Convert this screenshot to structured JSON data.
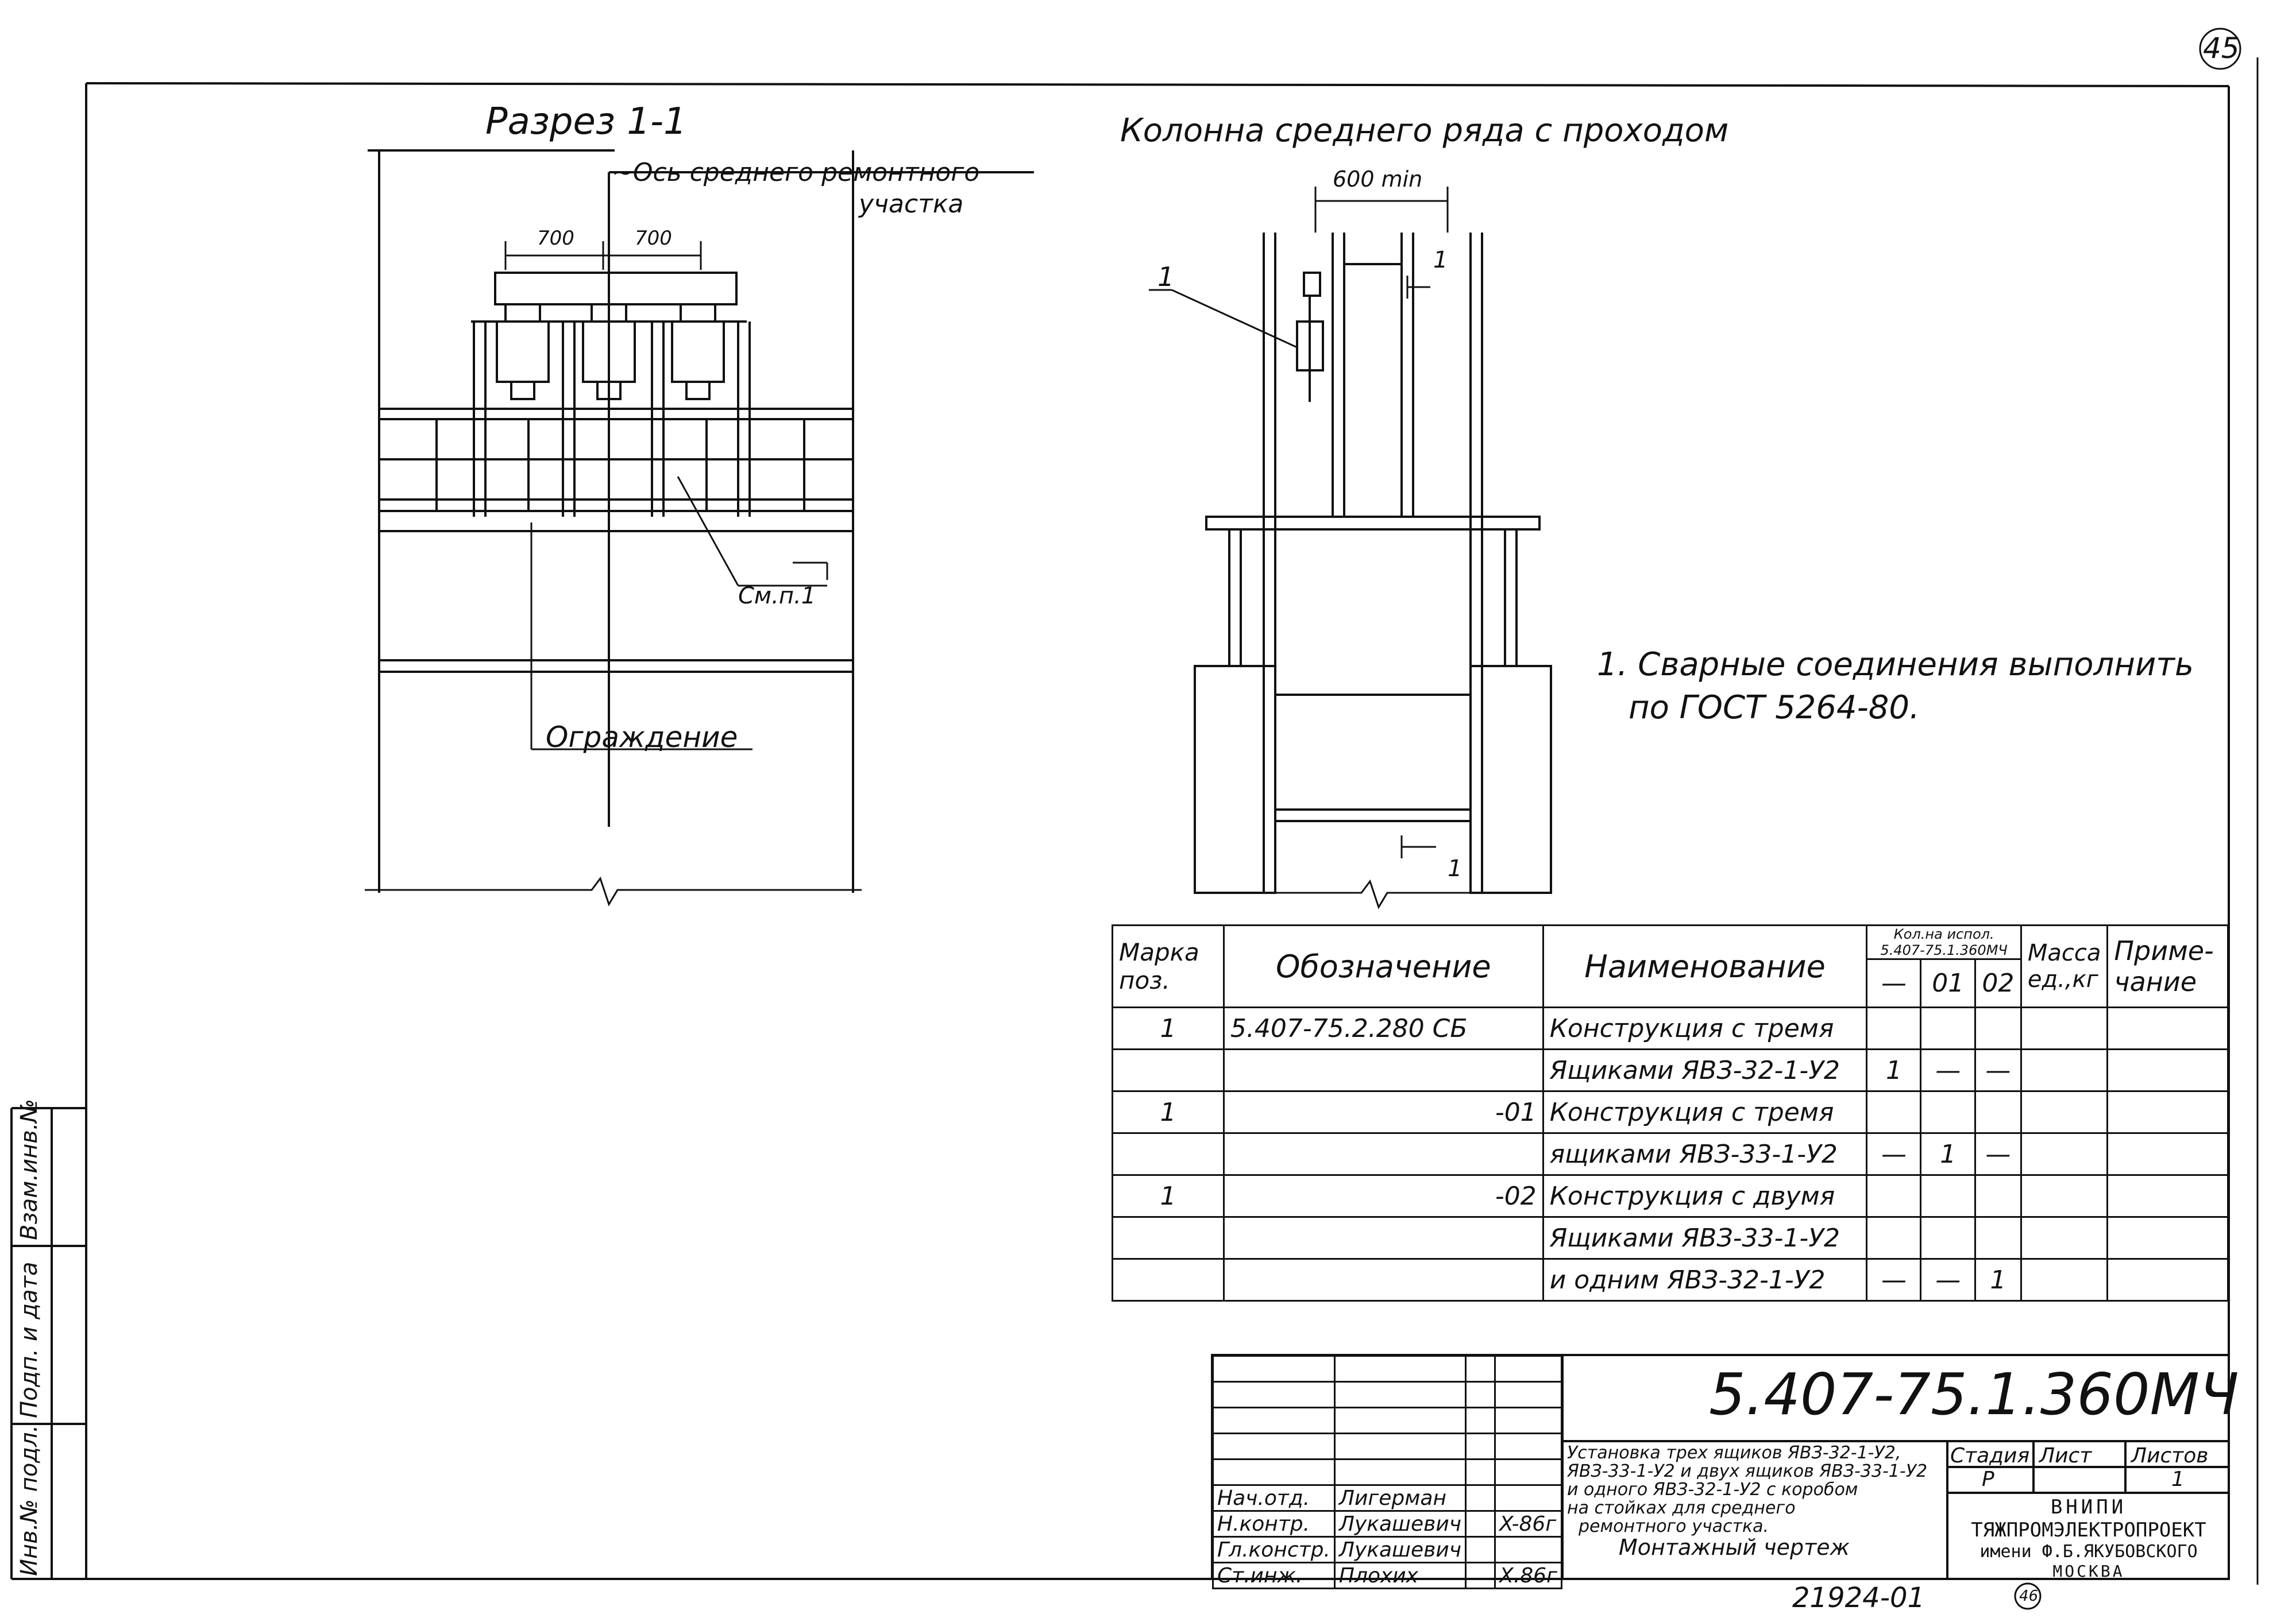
{
  "sheet_number": "45",
  "section": {
    "title": "Разрез 1-1",
    "axis_label_1": "~Ось среднего ремонтного",
    "axis_label_2": "участка",
    "dim_left": "700",
    "dim_right": "700",
    "ref_label": "См.п.1",
    "fence_label": "Ограждение"
  },
  "column_view": {
    "title": "Колонна среднего ряда с проходом",
    "dim_top": "600 min",
    "callout": "1",
    "cut_top": "1",
    "cut_bottom": "1"
  },
  "note": {
    "line1": "1. Сварные соединения выполнить",
    "line2": "по ГОСТ 5264-80."
  },
  "spec_table": {
    "headers": {
      "mark": "Марка поз.",
      "designation": "Обозначение",
      "name": "Наименование",
      "qty_group": "Кол.на испол. 5.407-75.1.360МЧ",
      "qty_dash": "—",
      "qty_01": "01",
      "qty_02": "02",
      "mass": "Масса ед.,кг",
      "note": "Приме- чание"
    },
    "rows": [
      {
        "mark": "1",
        "designation": "5.407-75.2.280 СБ",
        "name": "Конструкция с тремя",
        "q0": "",
        "q1": "",
        "q2": ""
      },
      {
        "mark": "",
        "designation": "",
        "name": "Ящиками ЯВЗ-32-1-У2",
        "q0": "1",
        "q1": "—",
        "q2": "—"
      },
      {
        "mark": "1",
        "designation": "-01",
        "name": "Конструкция с тремя",
        "q0": "",
        "q1": "",
        "q2": ""
      },
      {
        "mark": "",
        "designation": "",
        "name": "ящиками ЯВЗ-33-1-У2",
        "q0": "—",
        "q1": "1",
        "q2": "—"
      },
      {
        "mark": "1",
        "designation": "-02",
        "name": "Конструкция с двумя",
        "q0": "",
        "q1": "",
        "q2": ""
      },
      {
        "mark": "",
        "designation": "",
        "name": "Ящиками ЯВЗ-33-1-У2",
        "q0": "",
        "q1": "",
        "q2": ""
      },
      {
        "mark": "",
        "designation": "",
        "name": "и одним ЯВЗ-32-1-У2",
        "q0": "—",
        "q1": "—",
        "q2": "1"
      }
    ]
  },
  "title_block": {
    "doc_code": "5.407-75.1.360МЧ",
    "description": [
      "Установка трех ящиков ЯВЗ-32-1-У2,",
      "ЯВЗ-33-1-У2 и двух ящиков ЯВЗ-33-1-У2",
      "и одного ЯВЗ-32-1-У2 с коробом",
      "на стойках для среднего",
      "ремонтного участка.",
      "Монтажный чертеж"
    ],
    "stage_label": "Стадия",
    "sheet_label": "Лист",
    "sheets_label": "Листов",
    "stage": "Р",
    "sheets": "1",
    "org_line1": "ВНИПИ",
    "org_line2": "ТЯЖПРОМЭЛЕКТРОПРОЕКТ",
    "org_line3": "имени Ф.Б.ЯКУБОВСКОГО",
    "org_line4": "МОСКВА",
    "people": [
      {
        "role": "Нач.отд.",
        "name": "Лигерман",
        "date": ""
      },
      {
        "role": "Н.контр.",
        "name": "Лукашевич",
        "date": "X-86г"
      },
      {
        "role": "Гл.констр.",
        "name": "Лукашевич",
        "date": ""
      },
      {
        "role": "Ст.инж.",
        "name": "Плохих",
        "date": "X.86г"
      }
    ],
    "archive_no": "21924-01",
    "page_circle": "46"
  },
  "side_strip": {
    "inv_original": "Инв.№ подл.",
    "signature_date": "Подп. и дата",
    "replaced_inv": "Взам.инв.№"
  }
}
